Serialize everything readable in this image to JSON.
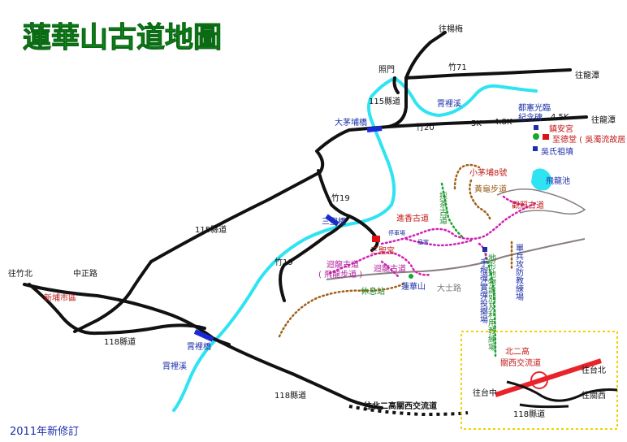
{
  "title": "蓮華山古道地圖",
  "revision": "2011年新修訂",
  "colors": {
    "road": "#111111",
    "river": "#2ee3f2",
    "trail_pink": "#d21fb6",
    "trail_orange": "#a0601a",
    "trail_green": "#1aa52e",
    "ridge": "#8a7e80",
    "highway": "#e8242a",
    "inset_border": "#f2d100",
    "bridge": "#1a2ad8",
    "title": "#17a22a"
  },
  "roads": {
    "r115a": "115縣道",
    "r115b": "115縣道",
    "r118a": "118縣道",
    "r118b": "118縣道",
    "r118c": "118縣道",
    "z20": "竹20",
    "z71": "竹71",
    "z19a": "竹19",
    "z19b": "竹19",
    "zhongzheng": "中正路",
    "dashi": "大士路"
  },
  "directions": {
    "yangmei": "往楊梅",
    "longtan1": "往龍潭",
    "longtan2": "往龍潭",
    "zhubei": "往竹北",
    "guanxi": "往關西",
    "taibei": "往台北",
    "taizhong": "往台中",
    "freeway": "往北二高關西交流道"
  },
  "places": {
    "zhaomen": "照門",
    "xinpu": "新埔市區",
    "sanshenggong": "三聖宮",
    "jinan": "鎮安宮",
    "zhide": "至德堂 ( 吳濁流故居 )",
    "wu_grave": "吳氏祖墳",
    "feilong": "飛龍池",
    "lianhuashan": "蓮華山",
    "xiuxi": "休息站",
    "huanggong": "皇宮",
    "parking": "停車場",
    "km4_5": "4.5K",
    "km4_8": "4.8K",
    "km5": "5K",
    "dudu_line1": "都憲光臨",
    "dudu_line2": "紀念碑",
    "xiaomaopu": "小茅埔8號"
  },
  "bridges": {
    "damaopu": "大茅埔橋",
    "sansheng": "三聖橋",
    "xiali": "霄裡橋"
  },
  "rivers": {
    "xiali_top": "霄裡溪",
    "xiali_bottom": "霄裡溪"
  },
  "trails": {
    "jinxiang": "進香古道",
    "caicha": "採茶古道",
    "huanggui": "黃龜步道",
    "guanzhao": "觀照古道",
    "gujian_line1": "迴龍古道",
    "gujian_line2": "( 飛龍步道 )",
    "huilong": "迴龍古道",
    "training": "地形地物識別及利用教練場",
    "tank": "單兵攻防教練場",
    "grenade": "手榴彈實彈投擲場"
  },
  "inset": {
    "label_line1": "北二高",
    "label_line2": "關西交流道",
    "taibei": "往台北",
    "taizhong": "往台中",
    "guanxi": "往關西",
    "road": "118縣道"
  }
}
